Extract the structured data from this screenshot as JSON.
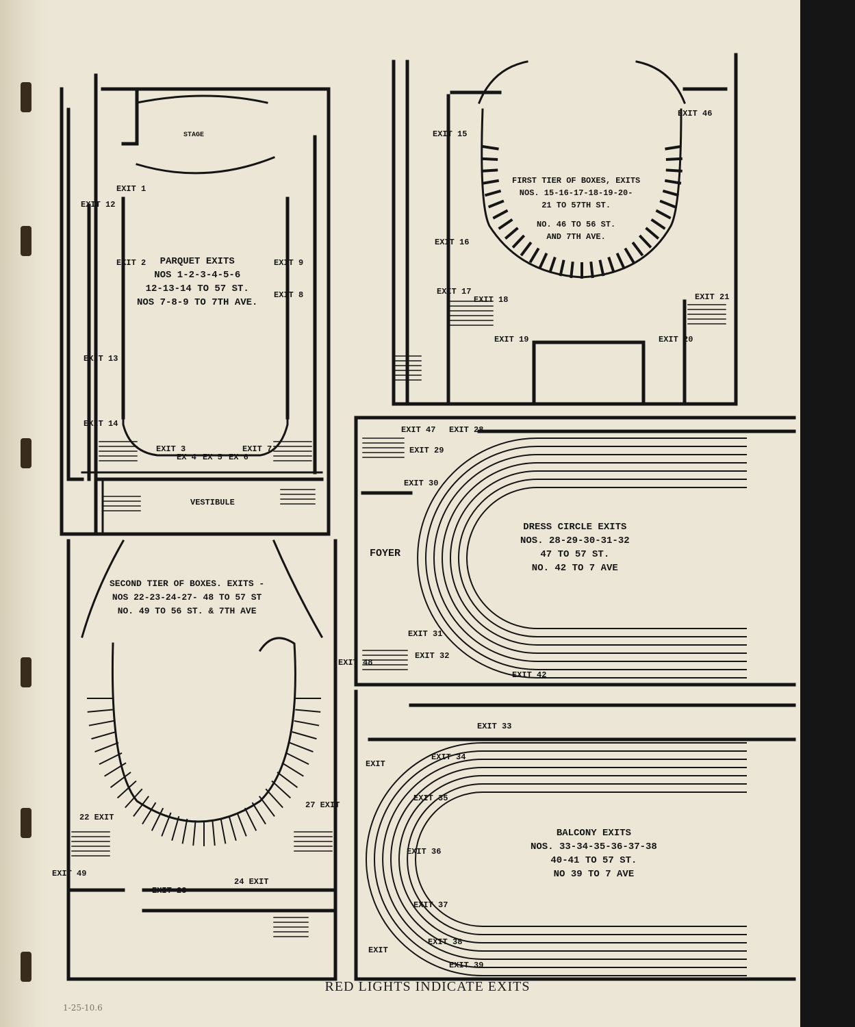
{
  "document": {
    "footer": "RED LIGHTS INDICATE EXITS",
    "archive_mark": "1-25-10.6"
  },
  "plans": {
    "parquet": {
      "caption": [
        "PARQUET EXITS",
        "NOS 1-2-3-4-5-6",
        "12-13-14 TO 57 ST.",
        "NOS 7-8-9 TO 7TH AVE."
      ],
      "stage": "STAGE",
      "vestibule": "VESTIBULE",
      "exits": [
        "EXIT 1",
        "EXIT 2",
        "EXIT 3",
        "EX 4",
        "EX 5",
        "EX 6",
        "EXIT 7",
        "EXIT 8",
        "EXIT 9",
        "EXIT 12",
        "EXIT 13",
        "EXIT 14"
      ]
    },
    "first_tier": {
      "caption": [
        "FIRST TIER OF BOXES, EXITS",
        "NOS. 15-16-17-18-19-20-",
        "21 TO 57TH ST.",
        "NO. 46 TO 56 ST.",
        "AND 7TH AVE."
      ],
      "exits": [
        "EXIT 15",
        "EXIT 16",
        "EXIT 17",
        "EXIT 18",
        "EXIT 19",
        "EXIT 20",
        "EXIT 21",
        "EXIT 46"
      ]
    },
    "second_tier": {
      "caption": [
        "SECOND TIER OF BOXES. EXITS -",
        "NOS 22-23-24-27- 48 TO 57 ST",
        "NO. 49 TO 56 ST. & 7TH AVE"
      ],
      "exits": [
        "22 EXIT",
        "EXIT 23",
        "24 EXIT",
        "27 EXIT",
        "EXIT 48",
        "EXIT 49"
      ]
    },
    "dress_circle": {
      "caption": [
        "DRESS CIRCLE EXITS",
        "NOS. 28-29-30-31-32",
        "47 TO 57 ST.",
        "NO. 42 TO 7 AVE"
      ],
      "foyer": "FOYER",
      "exits": [
        "EXIT 47",
        "EXIT 28",
        "EXIT 29",
        "EXIT 30",
        "EXIT 31",
        "EXIT 32",
        "EXIT 42"
      ]
    },
    "balcony": {
      "caption": [
        "BALCONY EXITS",
        "NOS. 33-34-35-36-37-38",
        "40-41 TO 57 ST.",
        "NO 39 TO 7 AVE"
      ],
      "exits": [
        "EXIT 33",
        "EXIT 34",
        "EXIT 35",
        "EXIT 36",
        "EXIT 37",
        "EXIT 38",
        "EXIT 39",
        "EXIT",
        "EXIT"
      ]
    }
  }
}
